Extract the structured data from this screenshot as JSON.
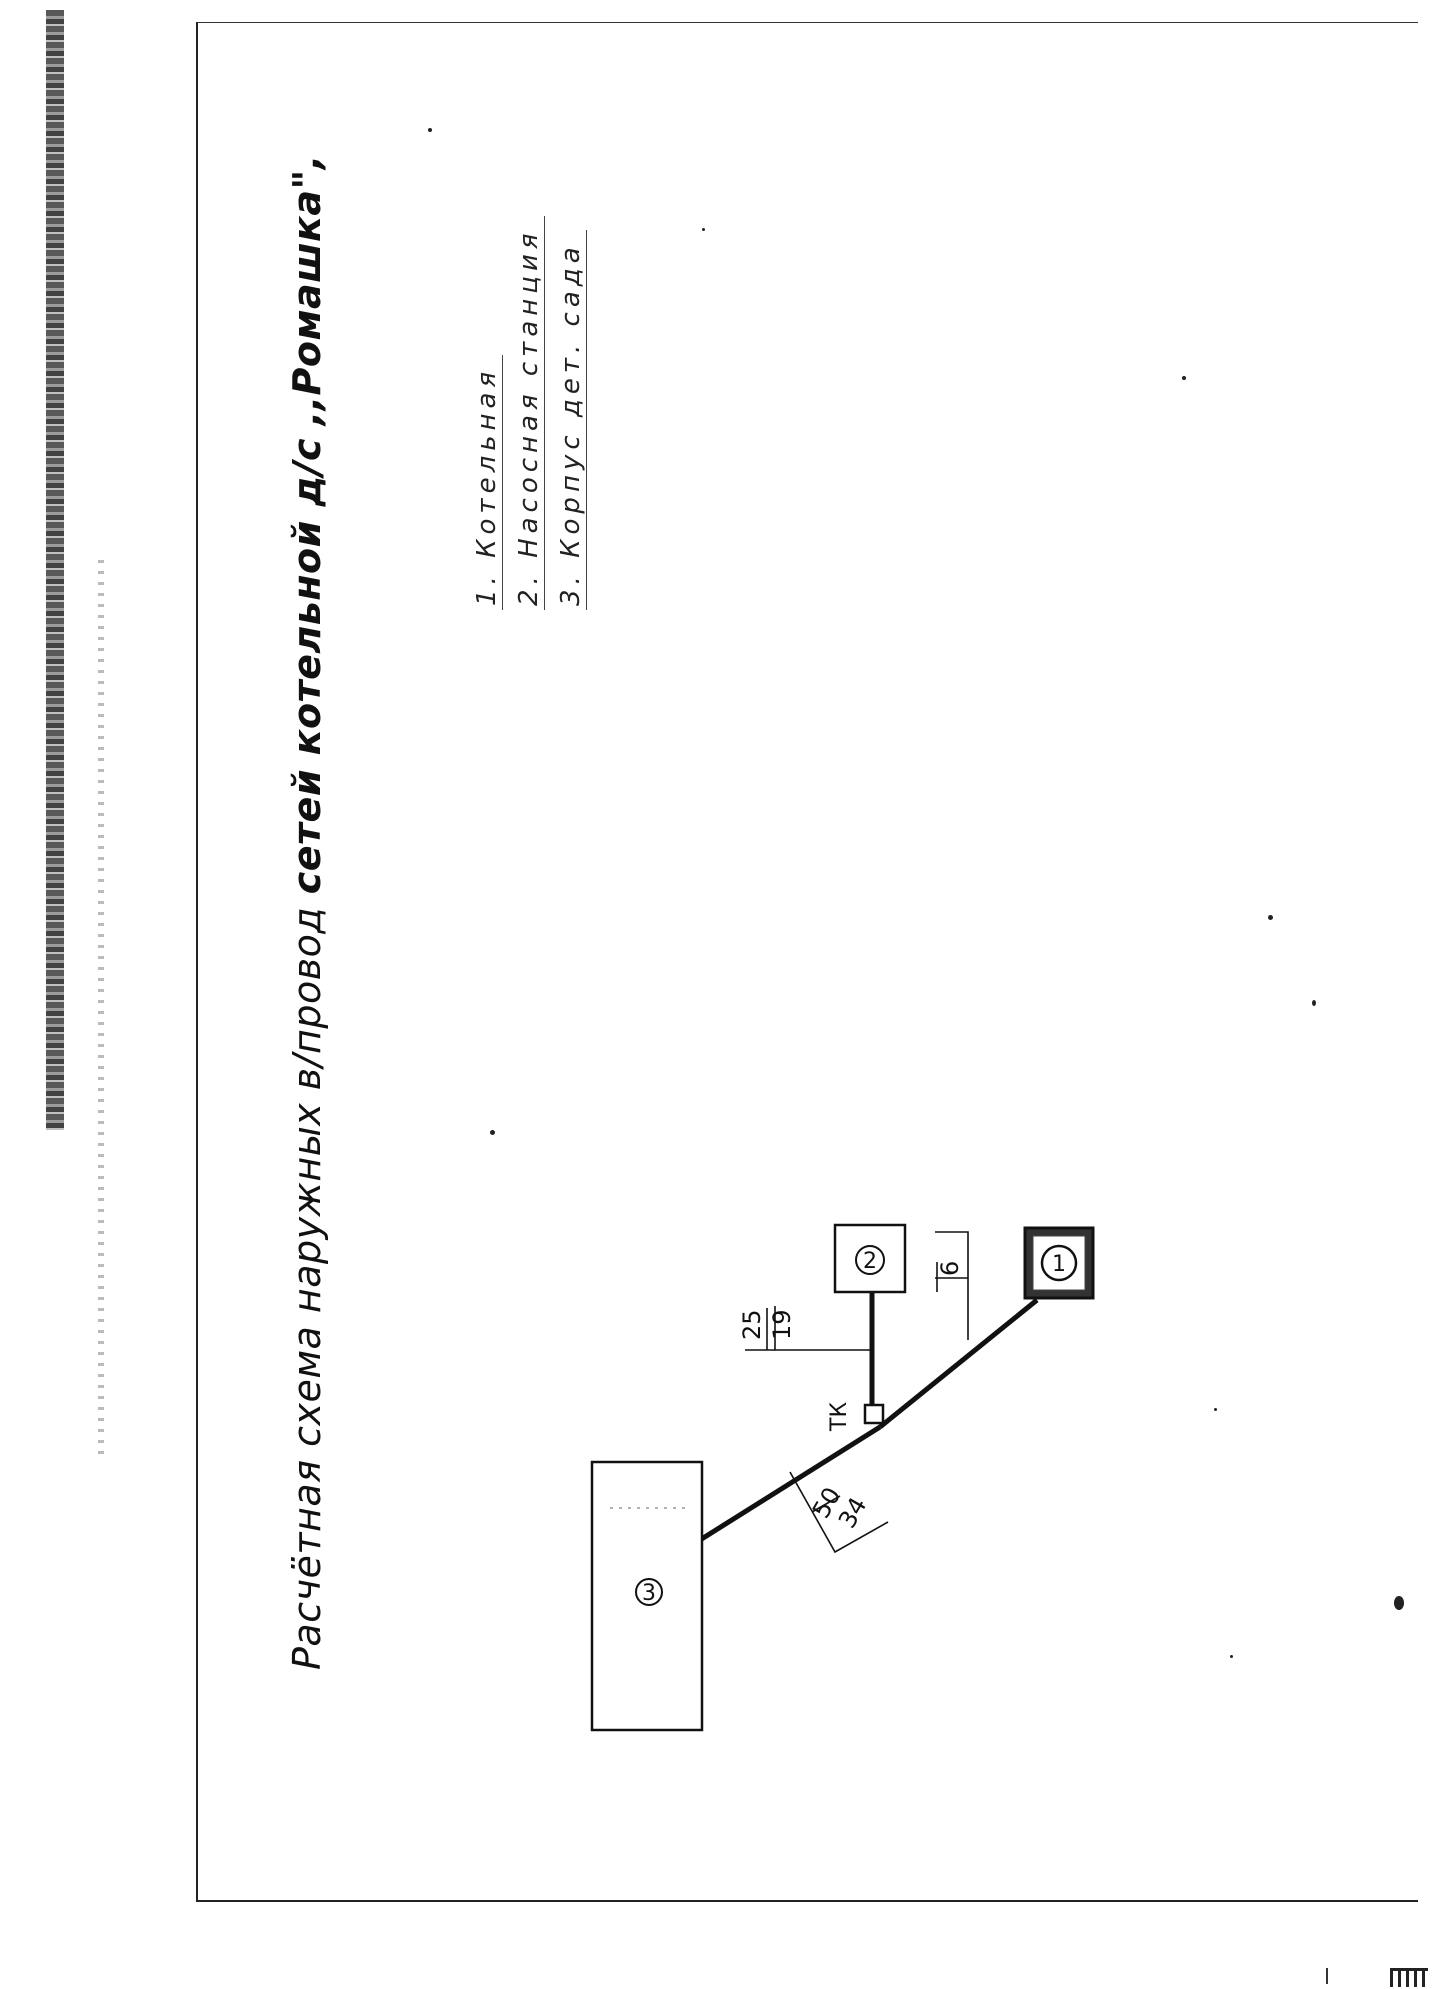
{
  "title": {
    "prefix": "Расчётная схема наружных в/провод",
    "suffix": "сетей котельной д/с",
    "name": ",,Ромашка\","
  },
  "legend": [
    {
      "label": "1. Котельная"
    },
    {
      "label": "2. Насосная станция"
    },
    {
      "label": "3. Корпус дет. сада"
    }
  ],
  "nodes": {
    "boiler": {
      "label": "1"
    },
    "pump": {
      "label": "2"
    },
    "building": {
      "label": "3"
    },
    "junction": {
      "label": "ТК"
    }
  },
  "segments": {
    "junction_to_pump": {
      "diameter": "25",
      "length": "19"
    },
    "pump_to_boiler": {
      "diameter": "",
      "length": "6"
    },
    "building_to_junction": {
      "diameter": "50",
      "length": "34"
    }
  },
  "colors": {
    "ink": "#111111",
    "paper": "#ffffff"
  }
}
